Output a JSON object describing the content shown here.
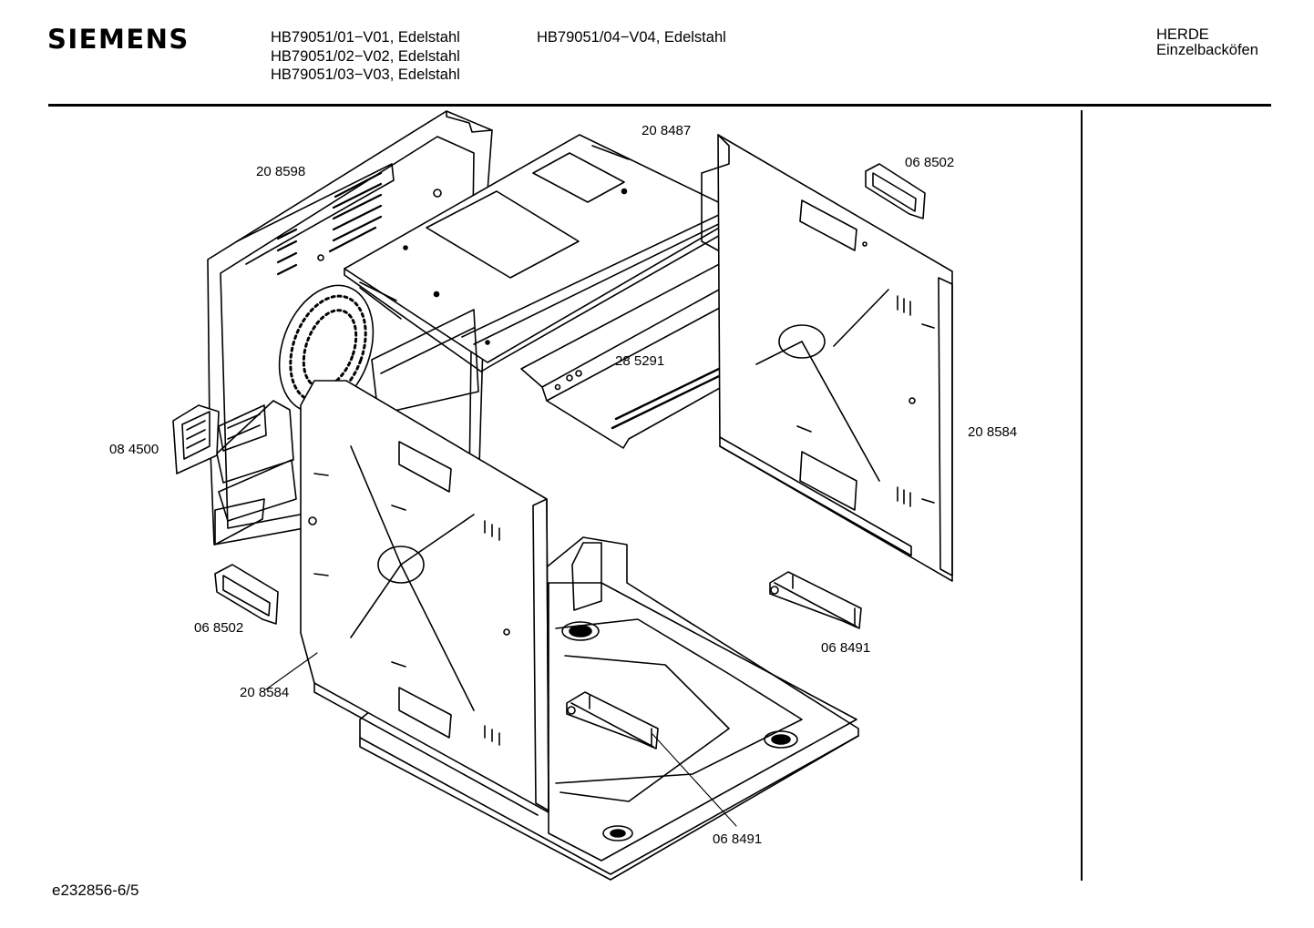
{
  "header": {
    "brand": "SIEMENS",
    "models_col1": [
      "HB79051/01−V01, Edelstahl",
      "HB79051/02−V02, Edelstahl",
      "HB79051/03−V03, Edelstahl"
    ],
    "models_col2": [
      "HB79051/04−V04, Edelstahl"
    ],
    "category_line1": "HERDE",
    "category_line2": "Einzelbacköfen"
  },
  "parts": {
    "rear_panel": "20 8598",
    "top_panel": "20 8487",
    "handle_top_right": "06 8502",
    "rack_guide": "28 5291",
    "right_side_panel": "20 8584",
    "terminal_block": "08 4500",
    "handle_bottom_left": "06 8502",
    "left_side_panel": "20 8584",
    "rail_bracket_right": "06 8491",
    "rail_bracket_bottom": "06 8491"
  },
  "footer": {
    "doc_id": "e232856-6/5"
  }
}
